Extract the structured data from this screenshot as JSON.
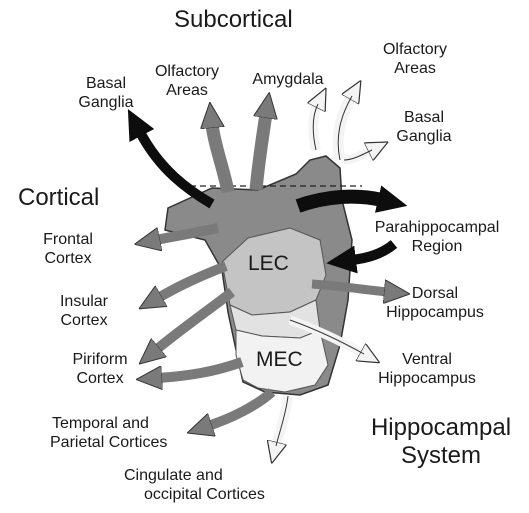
{
  "headers": {
    "subcortical": "Subcortical",
    "cortical": "Cortical",
    "hippocampal_system_line1": "Hippocampal",
    "hippocampal_system_line2": "System"
  },
  "regions": {
    "lec": "LEC",
    "mec": "MEC"
  },
  "targets": {
    "basal_ganglia_left": [
      "Basal",
      "Ganglia"
    ],
    "olfactory_areas_left": [
      "Olfactory",
      "Areas"
    ],
    "amygdala": "Amygdala",
    "olfactory_areas_right": [
      "Olfactory",
      "Areas"
    ],
    "basal_ganglia_right": [
      "Basal",
      "Ganglia"
    ],
    "frontal_cortex": [
      "Frontal",
      "Cortex"
    ],
    "insular_cortex": [
      "Insular",
      "Cortex"
    ],
    "piriform_cortex": [
      "Piriform",
      "Cortex"
    ],
    "temporal_parietal": [
      "Temporal and",
      "Parietal Cortices"
    ],
    "cingulate_occipital": [
      "Cingulate and",
      "occipital Cortices"
    ],
    "parahippocampal": [
      "Parahippocampal",
      "Region"
    ],
    "dorsal_hippocampus": [
      "Dorsal",
      "Hippocampus"
    ],
    "ventral_hippocampus": [
      "Ventral",
      "Hippocampus"
    ]
  },
  "colors": {
    "black_arrow": "#0d0d0d",
    "dark_gray_arrow": "#7a7a7a",
    "light_arrow_fill": "#f4f4f4",
    "cortex_dark": "#8a8a8a",
    "lec_fill": "#c4c4c4",
    "mid_fill": "#e2e2e2",
    "mec_fill": "#f2f2f2",
    "outline": "#333333"
  }
}
